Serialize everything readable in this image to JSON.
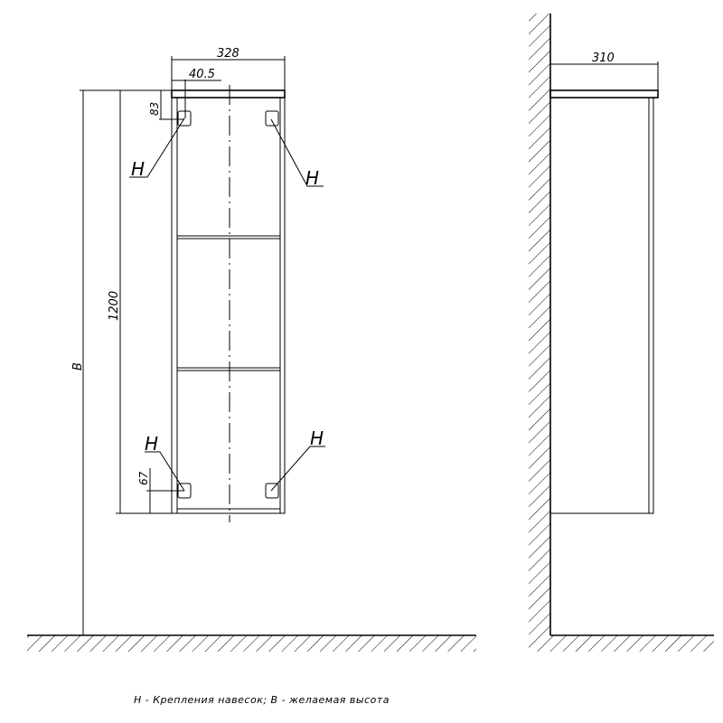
{
  "front_view": {
    "width_dim": "328",
    "offset_dim": "40.5",
    "top_offset_dim": "83",
    "height_dim": "1200",
    "bottom_offset_dim": "67",
    "mount_height_dim": "B",
    "hanger_labels": [
      "H",
      "H",
      "H",
      "H"
    ]
  },
  "side_view": {
    "depth_dim": "310"
  },
  "caption": "Н - Крепления навесок; В - желаемая высота"
}
